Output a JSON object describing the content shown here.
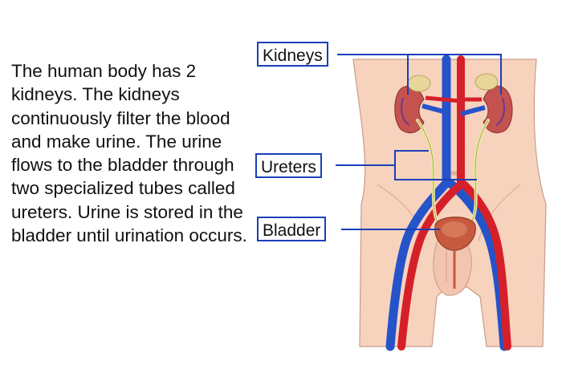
{
  "description_text": "The human body has 2 kidneys. The kidneys continuously filter the blood and make urine. The urine flows to the bladder through two specialized tubes called ureters. Urine is stored in the bladder until urination occurs.",
  "labels": {
    "kidneys": "Kidneys",
    "ureters": "Ureters",
    "bladder": "Bladder"
  },
  "colors": {
    "skin": "#f7d3be",
    "skin_outline": "#c99a88",
    "artery": "#d5202a",
    "vein": "#2553c9",
    "kidney": "#c4524f",
    "adrenal": "#e8d79a",
    "ureter": "#ece8a0",
    "bladder": "#c75a3e",
    "callout_line": "#1a3fb8"
  }
}
